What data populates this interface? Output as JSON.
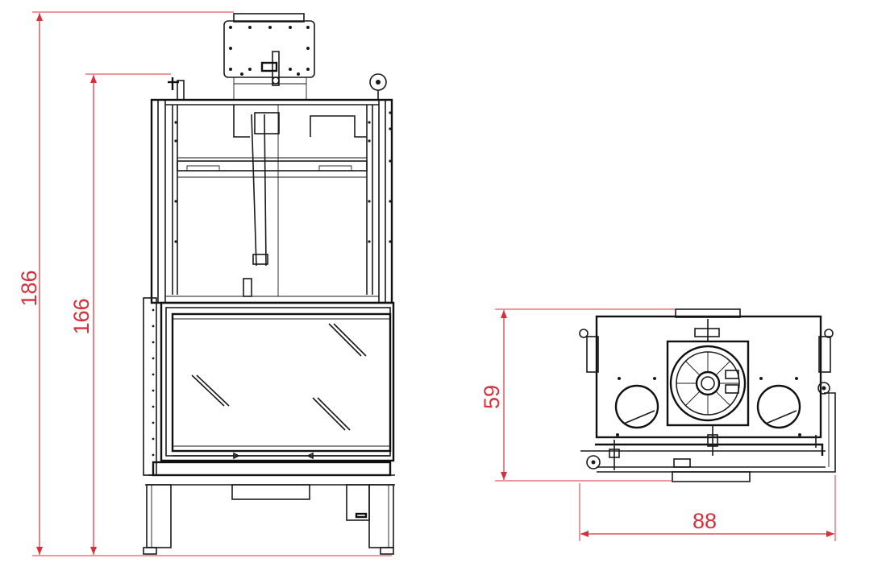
{
  "colors": {
    "dimension": "#d8303b",
    "linework": "#1a1a1a",
    "background": "#ffffff"
  },
  "dimensions": {
    "overall_height": "186",
    "opening_height": "166",
    "depth": "59",
    "width": "88"
  }
}
